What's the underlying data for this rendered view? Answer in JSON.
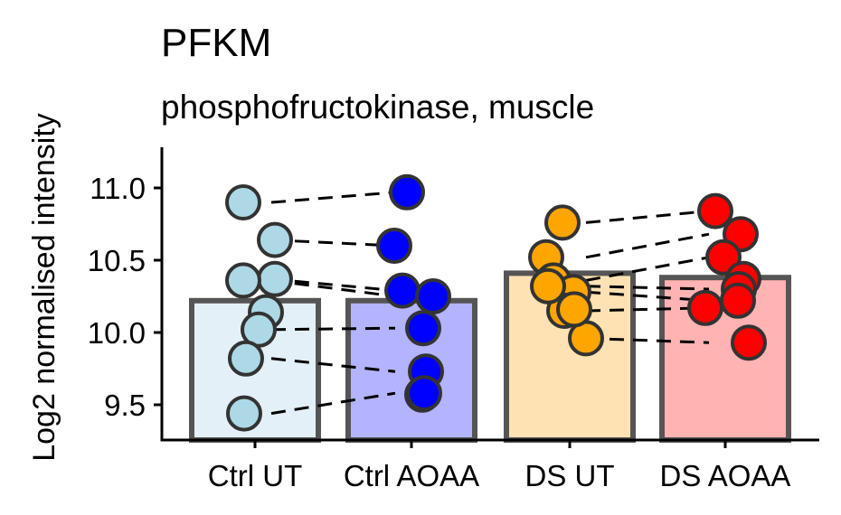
{
  "chart_data": {
    "type": "bar",
    "title": "PFKM",
    "subtitle": "phosphofructokinase, muscle",
    "ylabel": "Log2 normalised intensity",
    "xlabel": "",
    "ylim": [
      9.25,
      11.25
    ],
    "yticks": [
      9.5,
      10.0,
      10.5,
      11.0
    ],
    "yticklabels": [
      "9.5",
      "10.0",
      "10.5",
      "11.0"
    ],
    "grid": false,
    "legend": "none",
    "categories": [
      "Ctrl UT",
      "Ctrl AOAA",
      "DS UT",
      "DS AOAA"
    ],
    "values": [
      10.22,
      10.22,
      10.41,
      10.38
    ],
    "bar_fill": [
      "#e4f0f8",
      "#b3b3ff",
      "#ffe2b3",
      "#ffb3b3"
    ],
    "bar_edge": "#555555",
    "point_fill": [
      "#add8e6",
      "#0000ff",
      "#ffa500",
      "#ff0000"
    ],
    "point_edge": "#333333",
    "points": [
      [
        10.9,
        10.64,
        10.37,
        10.36,
        10.14,
        10.02,
        9.82,
        9.44
      ],
      [
        10.97,
        10.6,
        10.29,
        10.25,
        10.03,
        9.73,
        9.57,
        9.58
      ],
      [
        10.76,
        10.52,
        10.36,
        10.28,
        10.15,
        9.96,
        10.16,
        10.32
      ],
      [
        10.84,
        10.68,
        10.52,
        10.37,
        10.17,
        9.93,
        10.3,
        10.22
      ]
    ],
    "pairs": [
      [
        10.9,
        10.97
      ],
      [
        10.64,
        10.6
      ],
      [
        10.37,
        10.29
      ],
      [
        10.36,
        10.25
      ],
      [
        10.02,
        10.03
      ],
      [
        9.82,
        9.73
      ],
      [
        9.44,
        9.58
      ],
      [
        10.76,
        10.84
      ],
      [
        10.52,
        10.68
      ],
      [
        10.36,
        10.52
      ],
      [
        10.28,
        10.22
      ],
      [
        10.32,
        10.3
      ],
      [
        10.15,
        10.17
      ],
      [
        9.96,
        9.93
      ]
    ]
  }
}
